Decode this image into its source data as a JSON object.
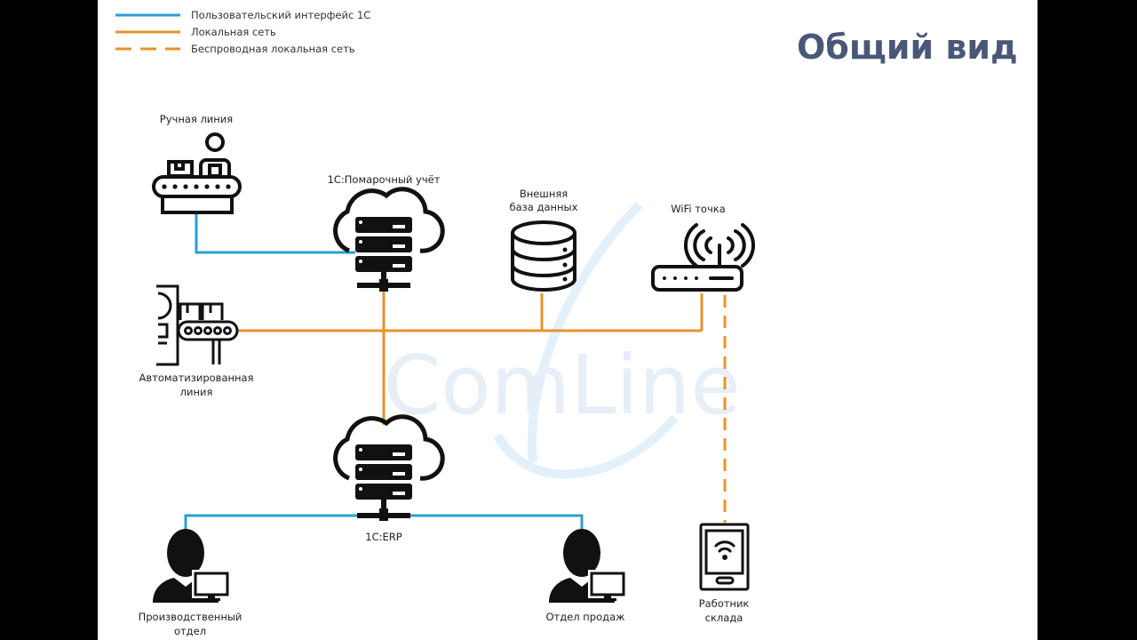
{
  "title": "Общий вид",
  "watermark": "ComLine",
  "colors": {
    "ui_1c": "#2a9fd0",
    "lan": "#e8922a",
    "title": "#4a5878",
    "icon": "#111111"
  },
  "legend": [
    {
      "label": "Пользовательский интерфейс 1С",
      "style": "solid",
      "color": "#2a9fd0"
    },
    {
      "label": "Локальная сеть",
      "style": "solid",
      "color": "#e8922a"
    },
    {
      "label": "Беспроводная локальная сеть",
      "style": "dashed",
      "color": "#e8922a"
    }
  ],
  "nodes": {
    "manual_line": {
      "label": "Ручная линия",
      "icon": "conveyor-worker-icon"
    },
    "auto_line": {
      "label_1": "Автоматизированная",
      "label_2": "линия",
      "icon": "automated-conveyor-icon"
    },
    "wms": {
      "label": "1С:Помарочный учёт",
      "icon": "cloud-server-icon"
    },
    "ext_db": {
      "label_1": "Внешняя",
      "label_2": "база данных",
      "icon": "database-icon"
    },
    "wifi": {
      "label": "WiFi точка",
      "icon": "wifi-router-icon"
    },
    "erp": {
      "label": "1С:ERP",
      "icon": "cloud-server-icon"
    },
    "production": {
      "label_1": "Производственный",
      "label_2": "отдел",
      "icon": "user-computer-icon"
    },
    "sales": {
      "label": "Отдел продаж",
      "icon": "user-computer-icon"
    },
    "warehouse": {
      "label_1": "Работник",
      "label_2": "склада",
      "icon": "tablet-wifi-icon"
    }
  },
  "connections": [
    {
      "from": "manual_line",
      "to": "wms",
      "type": "ui_1c"
    },
    {
      "from": "auto_line",
      "to": "wifi",
      "type": "lan"
    },
    {
      "from": "wms",
      "to": "erp",
      "type": "lan"
    },
    {
      "from": "ext_db",
      "to": "lan_bus",
      "type": "lan"
    },
    {
      "from": "wifi",
      "to": "warehouse",
      "type": "wireless"
    },
    {
      "from": "erp",
      "to": "production",
      "type": "ui_1c"
    },
    {
      "from": "erp",
      "to": "sales",
      "type": "ui_1c"
    }
  ]
}
